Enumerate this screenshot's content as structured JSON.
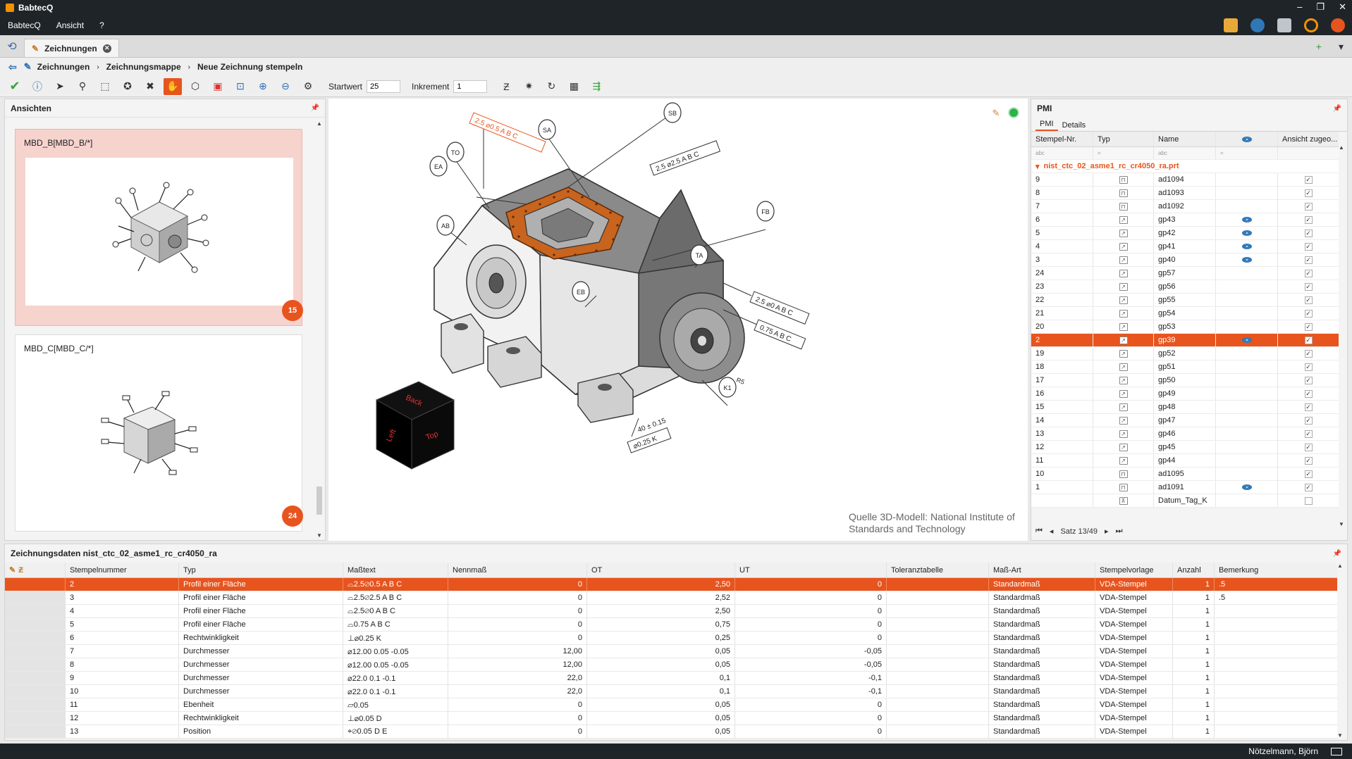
{
  "app": {
    "title": "BabtecQ",
    "menu": [
      "BabtecQ",
      "Ansicht",
      "?"
    ],
    "window_controls": [
      "–",
      "❐",
      "✕"
    ]
  },
  "tab": {
    "label": "Zeichnungen",
    "close": "✕",
    "add": "+",
    "dropdown": "▾"
  },
  "breadcrumb": {
    "back": "⇦",
    "items": [
      "Zeichnungen",
      "Zeichnungsmappe",
      "Neue Zeichnung stempeln"
    ],
    "sep": "›"
  },
  "toolbar": {
    "startwert_label": "Startwert",
    "startwert_value": "25",
    "inkrement_label": "Inkrement",
    "inkrement_value": "1"
  },
  "ansichten": {
    "title": "Ansichten",
    "views": [
      {
        "name": "MBD_B[MBD_B/*]",
        "count": "15"
      },
      {
        "name": "MBD_C[MBD_C/*]",
        "count": "24"
      }
    ]
  },
  "viewport": {
    "source_note": "Quelle 3D-Modell: National Institute of Standards and Technology",
    "cube_labels": {
      "back": "Back",
      "left": "Left",
      "top": "Top"
    },
    "callouts": {
      "sb": "SB",
      "sa": "SA",
      "to": "TO",
      "ea": "EA",
      "ab": "AB",
      "fb": "FB",
      "ta": "TA",
      "eb": "EB",
      "k1": "K1",
      "fcf_top_red": "2.5 ⌀0.5 A B C",
      "fcf_top": "2.5 ⌀2.5 A B C",
      "fcf_right1": "2.5 ⌀0 A B C",
      "fcf_right2": "0.75 A B C",
      "dim_bottom": "⌀0.25 K",
      "dim_40": "40 ± 0.15",
      "dim_r": "R5"
    }
  },
  "pmi": {
    "title": "PMI",
    "tabs": [
      "PMI",
      "Details"
    ],
    "columns": [
      "Stempel-Nr.",
      "Typ",
      "Name",
      "Ansicht zugeo..."
    ],
    "filter_abc": "abc",
    "filter_eq": "=",
    "group": "nist_ctc_02_asme1_rc_cr4050_ra.prt",
    "rows": [
      {
        "nr": "9",
        "typ": "bracket",
        "name": "ad1094",
        "eye": false,
        "check": "✓"
      },
      {
        "nr": "8",
        "typ": "bracket",
        "name": "ad1093",
        "eye": false,
        "check": "✓"
      },
      {
        "nr": "7",
        "typ": "bracket",
        "name": "ad1092",
        "eye": false,
        "check": "✓"
      },
      {
        "nr": "6",
        "typ": "arrow",
        "name": "gp43",
        "eye": true,
        "check": "✓"
      },
      {
        "nr": "5",
        "typ": "arrow",
        "name": "gp42",
        "eye": true,
        "check": "✓"
      },
      {
        "nr": "4",
        "typ": "arrow",
        "name": "gp41",
        "eye": true,
        "check": "✓"
      },
      {
        "nr": "3",
        "typ": "arrow",
        "name": "gp40",
        "eye": true,
        "check": "✓"
      },
      {
        "nr": "24",
        "typ": "arrow",
        "name": "gp57",
        "eye": false,
        "check": "✓"
      },
      {
        "nr": "23",
        "typ": "arrow",
        "name": "gp56",
        "eye": false,
        "check": "✓"
      },
      {
        "nr": "22",
        "typ": "arrow",
        "name": "gp55",
        "eye": false,
        "check": "✓"
      },
      {
        "nr": "21",
        "typ": "arrow",
        "name": "gp54",
        "eye": false,
        "check": "✓"
      },
      {
        "nr": "20",
        "typ": "arrow",
        "name": "gp53",
        "eye": false,
        "check": "✓"
      },
      {
        "nr": "2",
        "typ": "arrow",
        "name": "gp39",
        "eye": true,
        "check": "✓",
        "selected": true
      },
      {
        "nr": "19",
        "typ": "arrow",
        "name": "gp52",
        "eye": false,
        "check": "✓"
      },
      {
        "nr": "18",
        "typ": "arrow",
        "name": "gp51",
        "eye": false,
        "check": "✓"
      },
      {
        "nr": "17",
        "typ": "arrow",
        "name": "gp50",
        "eye": false,
        "check": "✓"
      },
      {
        "nr": "16",
        "typ": "arrow",
        "name": "gp49",
        "eye": false,
        "check": "✓"
      },
      {
        "nr": "15",
        "typ": "arrow",
        "name": "gp48",
        "eye": false,
        "check": "✓"
      },
      {
        "nr": "14",
        "typ": "arrow",
        "name": "gp47",
        "eye": false,
        "check": "✓"
      },
      {
        "nr": "13",
        "typ": "arrow",
        "name": "gp46",
        "eye": false,
        "check": "✓"
      },
      {
        "nr": "12",
        "typ": "arrow",
        "name": "gp45",
        "eye": false,
        "check": "✓"
      },
      {
        "nr": "11",
        "typ": "arrow",
        "name": "gp44",
        "eye": false,
        "check": "✓"
      },
      {
        "nr": "10",
        "typ": "bracket",
        "name": "ad1095",
        "eye": false,
        "check": "✓"
      },
      {
        "nr": "1",
        "typ": "bracket",
        "name": "ad1091",
        "eye": true,
        "check": "✓"
      },
      {
        "nr": "",
        "typ": "datum",
        "name": "Datum_Tag_K",
        "eye": false,
        "check": ""
      }
    ],
    "footer": "Satz 13/49"
  },
  "zeichnungsdaten": {
    "title": "Zeichnungsdaten nist_ctc_02_asme1_rc_cr4050_ra",
    "columns": [
      "Stempelnummer",
      "Typ",
      "Maßtext",
      "Nennmaß",
      "OT",
      "UT",
      "Toleranztabelle",
      "Maß-Art",
      "Stempelvorlage",
      "Anzahl",
      "Bemerkung"
    ],
    "rows": [
      {
        "nr": "2",
        "typ": "Profil einer Fläche",
        "masstext": "⌓2.5⌀0.5 A B C",
        "nenn": "0",
        "ot": "2,50",
        "ut": "0",
        "tol": "",
        "art": "Standardmaß",
        "vorlage": "VDA-Stempel",
        "anzahl": "1",
        "bem": ".5",
        "selected": true
      },
      {
        "nr": "3",
        "typ": "Profil einer Fläche",
        "masstext": "⌓2.5⌀2.5 A B C",
        "nenn": "0",
        "ot": "2,52",
        "ut": "0",
        "tol": "",
        "art": "Standardmaß",
        "vorlage": "VDA-Stempel",
        "anzahl": "1",
        "bem": ".5"
      },
      {
        "nr": "4",
        "typ": "Profil einer Fläche",
        "masstext": "⌓2.5⌀0 A B C",
        "nenn": "0",
        "ot": "2,50",
        "ut": "0",
        "tol": "",
        "art": "Standardmaß",
        "vorlage": "VDA-Stempel",
        "anzahl": "1",
        "bem": ""
      },
      {
        "nr": "5",
        "typ": "Profil einer Fläche",
        "masstext": "⌓0.75 A B C",
        "nenn": "0",
        "ot": "0,75",
        "ut": "0",
        "tol": "",
        "art": "Standardmaß",
        "vorlage": "VDA-Stempel",
        "anzahl": "1",
        "bem": ""
      },
      {
        "nr": "6",
        "typ": "Rechtwinkligkeit",
        "masstext": "⊥⌀0.25 K",
        "nenn": "0",
        "ot": "0,25",
        "ut": "0",
        "tol": "",
        "art": "Standardmaß",
        "vorlage": "VDA-Stempel",
        "anzahl": "1",
        "bem": ""
      },
      {
        "nr": "7",
        "typ": "Durchmesser",
        "masstext": "⌀12.00 0.05 -0.05",
        "nenn": "12,00",
        "ot": "0,05",
        "ut": "-0,05",
        "tol": "",
        "art": "Standardmaß",
        "vorlage": "VDA-Stempel",
        "anzahl": "1",
        "bem": ""
      },
      {
        "nr": "8",
        "typ": "Durchmesser",
        "masstext": "⌀12.00 0.05 -0.05",
        "nenn": "12,00",
        "ot": "0,05",
        "ut": "-0,05",
        "tol": "",
        "art": "Standardmaß",
        "vorlage": "VDA-Stempel",
        "anzahl": "1",
        "bem": ""
      },
      {
        "nr": "9",
        "typ": "Durchmesser",
        "masstext": "⌀22.0 0.1 -0.1",
        "nenn": "22,0",
        "ot": "0,1",
        "ut": "-0,1",
        "tol": "",
        "art": "Standardmaß",
        "vorlage": "VDA-Stempel",
        "anzahl": "1",
        "bem": ""
      },
      {
        "nr": "10",
        "typ": "Durchmesser",
        "masstext": "⌀22.0 0.1 -0.1",
        "nenn": "22,0",
        "ot": "0,1",
        "ut": "-0,1",
        "tol": "",
        "art": "Standardmaß",
        "vorlage": "VDA-Stempel",
        "anzahl": "1",
        "bem": ""
      },
      {
        "nr": "11",
        "typ": "Ebenheit",
        "masstext": "⏥0.05",
        "nenn": "0",
        "ot": "0,05",
        "ut": "0",
        "tol": "",
        "art": "Standardmaß",
        "vorlage": "VDA-Stempel",
        "anzahl": "1",
        "bem": ""
      },
      {
        "nr": "12",
        "typ": "Rechtwinkligkeit",
        "masstext": "⊥⌀0.05 D",
        "nenn": "0",
        "ot": "0,05",
        "ut": "0",
        "tol": "",
        "art": "Standardmaß",
        "vorlage": "VDA-Stempel",
        "anzahl": "1",
        "bem": ""
      },
      {
        "nr": "13",
        "typ": "Position",
        "masstext": "⌖⌀0.05 D E",
        "nenn": "0",
        "ot": "0,05",
        "ut": "0",
        "tol": "",
        "art": "Standardmaß",
        "vorlage": "VDA-Stempel",
        "anzahl": "1",
        "bem": ""
      }
    ]
  },
  "status": {
    "user": "Nötzelmann, Björn"
  },
  "colors": {
    "accent": "#e8541e",
    "dark": "#1f2428",
    "selected_view": "#f6d3cd"
  }
}
